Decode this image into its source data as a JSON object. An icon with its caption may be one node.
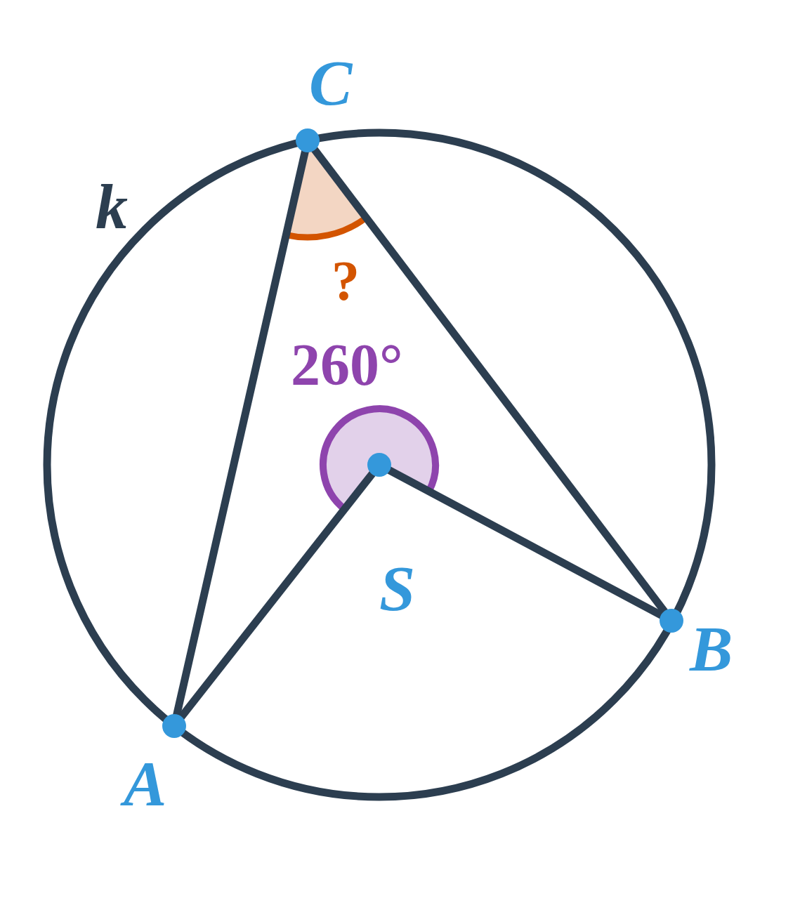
{
  "diagram": {
    "nodes": [
      {
        "text": [
          "C"
        ]
      },
      {
        "text": [
          "A"
        ]
      },
      {
        "text": [
          "B"
        ]
      },
      {
        "text": [
          "S"
        ]
      }
    ],
    "edges": [
      {
        "from": 0,
        "to": 1,
        "arrow": "none"
      },
      {
        "from": 0,
        "to": 2,
        "arrow": "none"
      },
      {
        "from": 3,
        "to": 1,
        "arrow": "none"
      },
      {
        "from": 3,
        "to": 2,
        "arrow": "none"
      }
    ],
    "labels": [
      "k",
      "?",
      "260°"
    ]
  }
}
